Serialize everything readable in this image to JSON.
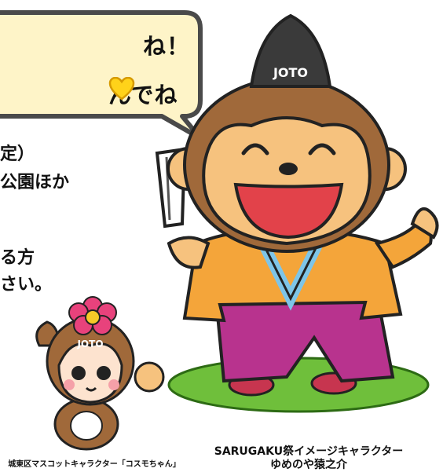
{
  "bubble": {
    "line1": "ね！",
    "line2": "んでね",
    "heart_icon": "heart-icon",
    "bubble_color": "#fef4c8",
    "border_color": "#4a4a4a"
  },
  "body_text": {
    "line1": "定）",
    "line2": "公園ほか",
    "line3": "る方",
    "line4": "さい。"
  },
  "characters": {
    "main_caption_line1": "SARUGAKU祭イメージキャラクター",
    "main_caption_line2": "ゆめのや猿之介",
    "main_hat_text": "JOTO",
    "mascot_caption": "城東区マスコットキャラクター「コスモちゃん」",
    "mascot_hat_text": "JOTO"
  },
  "colors": {
    "kimono": "#f4a53a",
    "hakama": "#b8338e",
    "face": "#f6c27e",
    "fur": "#a0693a",
    "grass": "#6fbf3b",
    "hat": "#3a3a3a",
    "flower": "#e8427c"
  }
}
